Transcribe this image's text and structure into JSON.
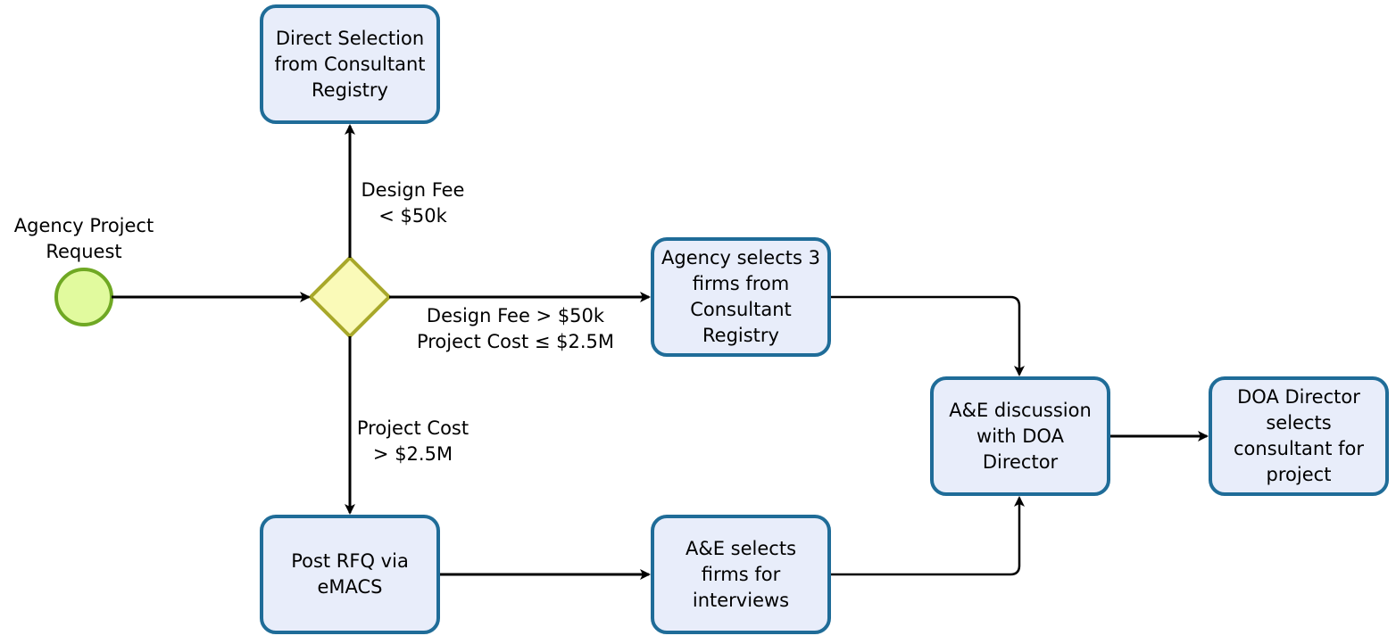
{
  "diagram": {
    "start_event": {
      "label": "Agency Project\nRequest"
    },
    "gateway": {
      "label": ""
    },
    "nodes": {
      "direct_selection": "Direct Selection\nfrom Consultant\nRegistry",
      "agency_selects": "Agency selects 3\nfirms from\nConsultant\nRegistry",
      "ae_discussion": "A&E discussion\nwith DOA\nDirector",
      "doa_director": "DOA Director\nselects\nconsultant for\nproject",
      "post_rfq": "Post RFQ via\neMACS",
      "ae_selects": "A&E selects\nfirms for\ninterviews"
    },
    "conditions": {
      "fee_low": "Design Fee\n< $50k",
      "fee_high": "Design Fee > $50k\nProject Cost ≤ $2.5M",
      "cost_high": "Project Cost\n> $2.5M"
    },
    "colors": {
      "task_fill": "#e8edfa",
      "task_stroke": "#1f6c98",
      "start_fill": "#e1fa9e",
      "start_stroke": "#6fa823",
      "gateway_fill": "#fafab8",
      "gateway_stroke": "#a8a82a",
      "edge": "#000000"
    }
  }
}
